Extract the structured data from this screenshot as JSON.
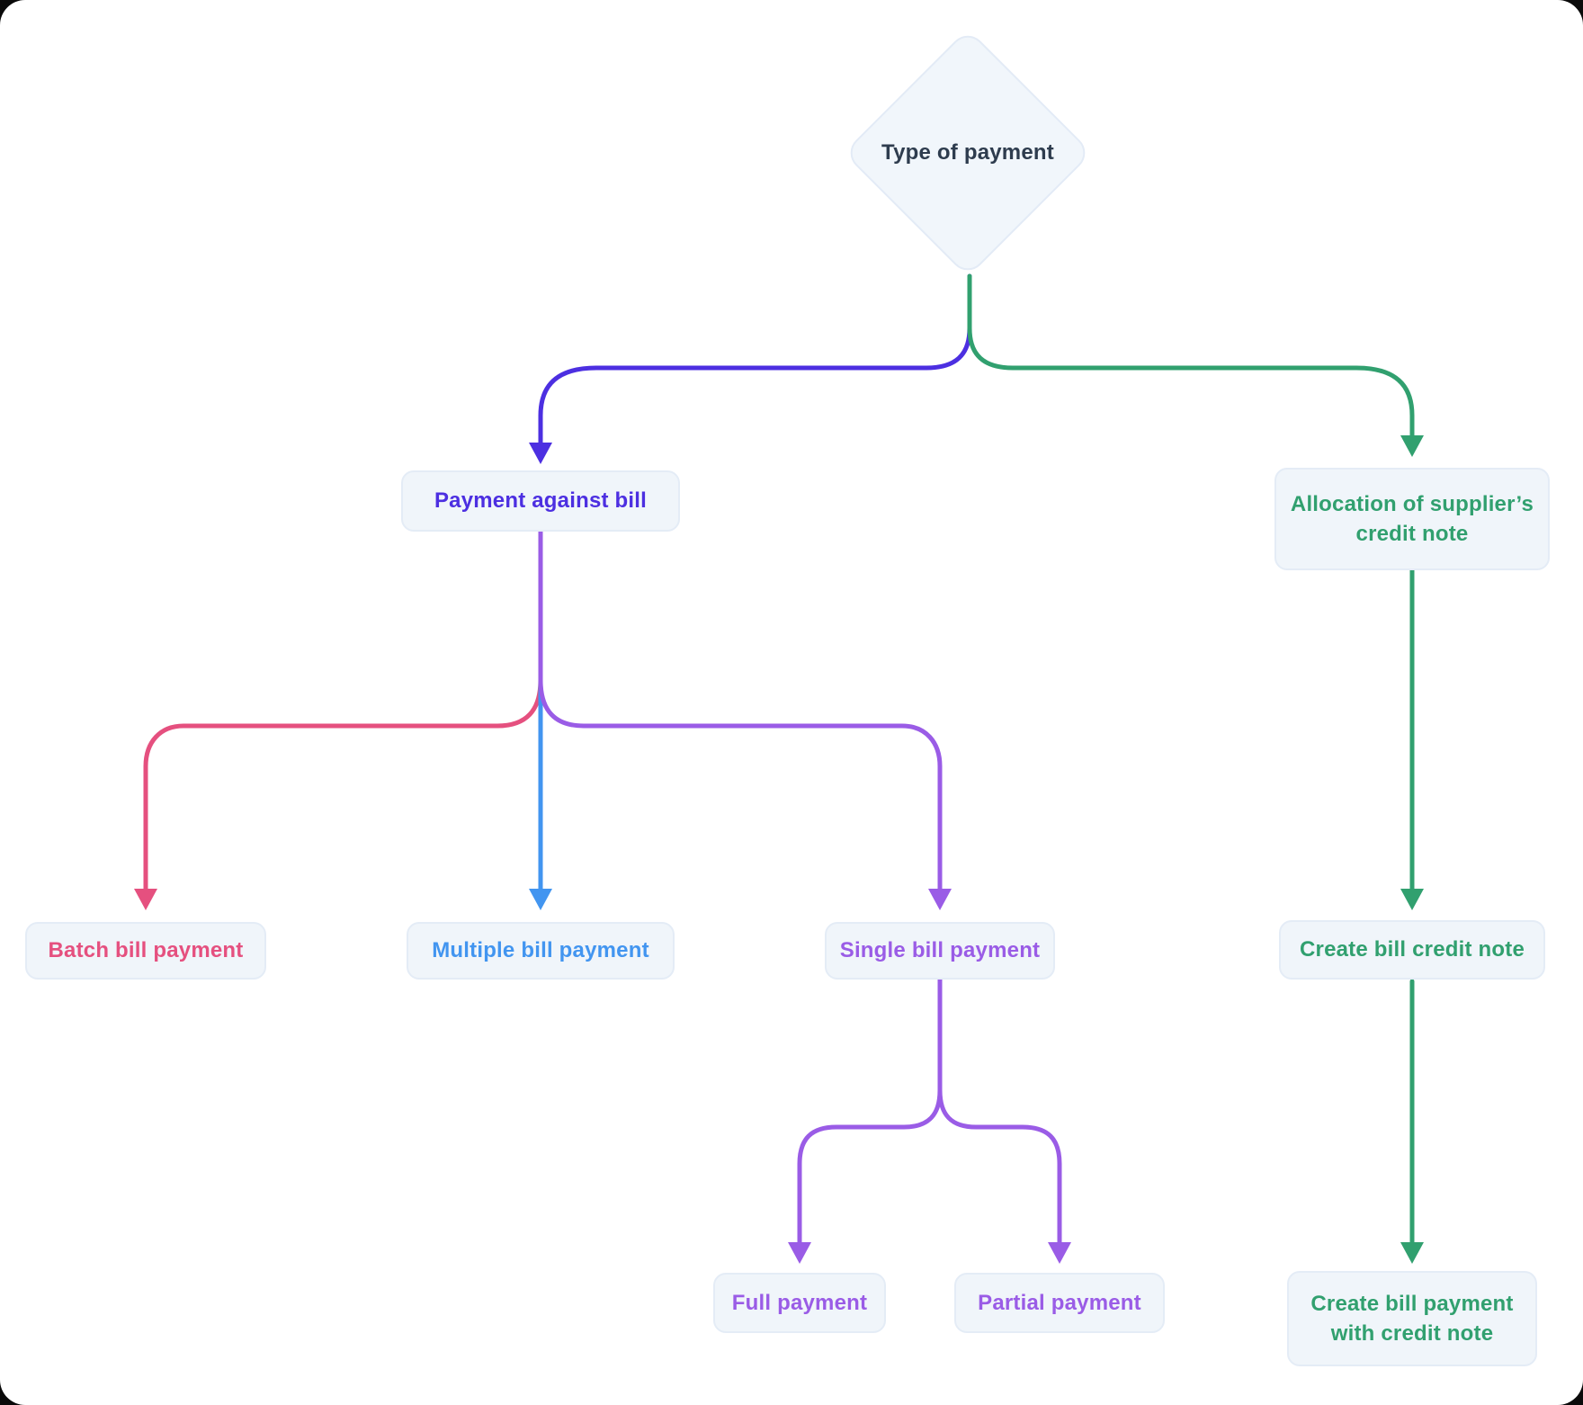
{
  "page": {
    "background": "#0a0a0a",
    "card_background": "#ffffff"
  },
  "colors": {
    "dark": "#2e3c4e",
    "indigo": "#4c2fe1",
    "green": "#31a06f",
    "pink": "#e5507f",
    "blue": "#4295f0",
    "purple": "#9a5ce6",
    "node_fill": "#f0f5fa",
    "node_border": "#e4ecf6"
  },
  "diagram": {
    "nodes": [
      {
        "id": "type-of-payment",
        "shape": "diamond",
        "label": "Type of payment",
        "color": "dark"
      },
      {
        "id": "payment-against-bill",
        "shape": "box",
        "label": "Payment against bill",
        "color": "indigo"
      },
      {
        "id": "allocation-supplier-credit-note",
        "shape": "box",
        "label": "Allocation of supplier’s credit note",
        "color": "green"
      },
      {
        "id": "batch-bill-payment",
        "shape": "box",
        "label": "Batch bill payment",
        "color": "pink"
      },
      {
        "id": "multiple-bill-payment",
        "shape": "box",
        "label": "Multiple bill payment",
        "color": "blue"
      },
      {
        "id": "single-bill-payment",
        "shape": "box",
        "label": "Single bill payment",
        "color": "purple"
      },
      {
        "id": "create-bill-credit-note",
        "shape": "box",
        "label": "Create bill credit note",
        "color": "green"
      },
      {
        "id": "full-payment",
        "shape": "box",
        "label": "Full payment",
        "color": "purple"
      },
      {
        "id": "partial-payment",
        "shape": "box",
        "label": "Partial payment",
        "color": "purple"
      },
      {
        "id": "create-bill-payment-with-credit-note",
        "shape": "box",
        "label": "Create bill payment with credit note",
        "color": "green"
      }
    ],
    "edges": [
      {
        "from": "type-of-payment",
        "to": "payment-against-bill",
        "color": "indigo"
      },
      {
        "from": "type-of-payment",
        "to": "allocation-supplier-credit-note",
        "color": "green"
      },
      {
        "from": "payment-against-bill",
        "to": "batch-bill-payment",
        "color": "pink"
      },
      {
        "from": "payment-against-bill",
        "to": "multiple-bill-payment",
        "color": "blue"
      },
      {
        "from": "payment-against-bill",
        "to": "single-bill-payment",
        "color": "purple"
      },
      {
        "from": "allocation-supplier-credit-note",
        "to": "create-bill-credit-note",
        "color": "green"
      },
      {
        "from": "single-bill-payment",
        "to": "full-payment",
        "color": "purple"
      },
      {
        "from": "single-bill-payment",
        "to": "partial-payment",
        "color": "purple"
      },
      {
        "from": "create-bill-credit-note",
        "to": "create-bill-payment-with-credit-note",
        "color": "green"
      }
    ]
  }
}
